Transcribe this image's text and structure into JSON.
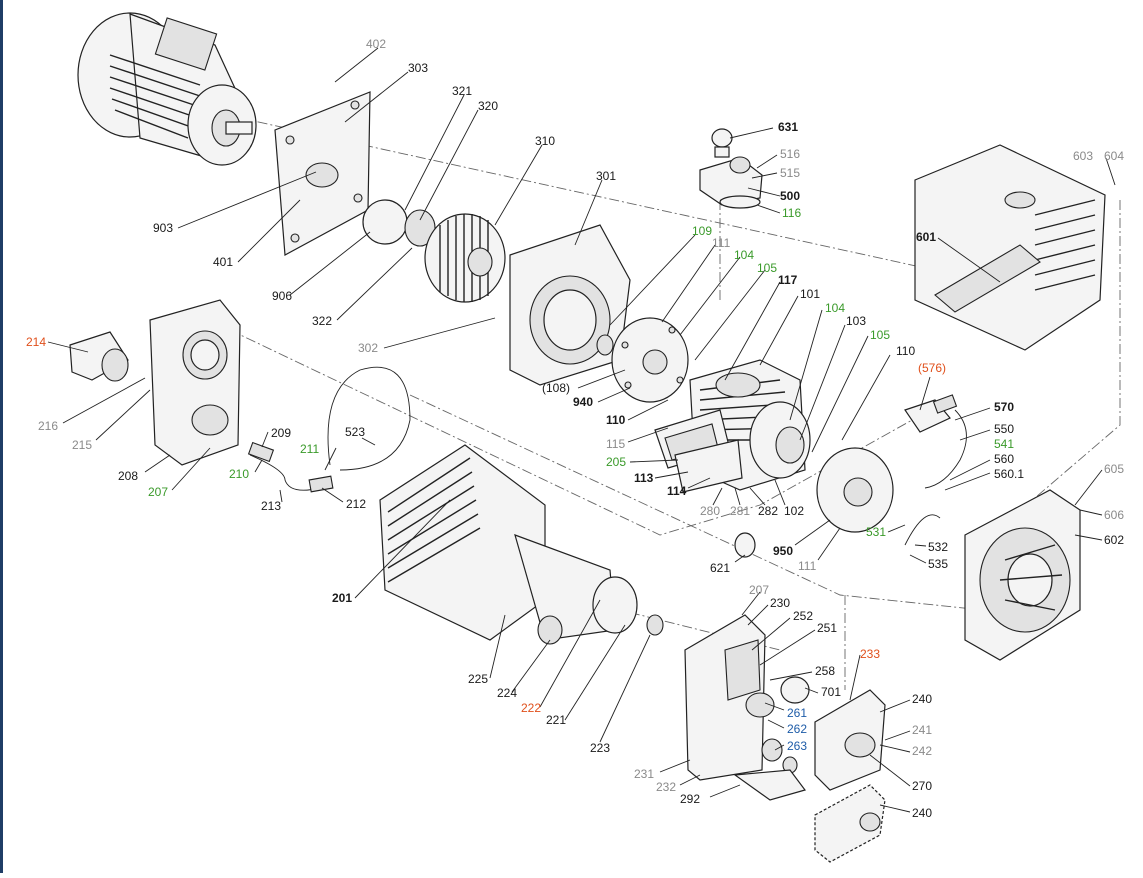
{
  "colors": {
    "black": "#1a1a1a",
    "gray": "#8a8a8a",
    "green": "#3a9a2a",
    "orange": "#e0501c",
    "blue": "#1e5ca8",
    "frame": "#1f3d66"
  },
  "labels": [
    {
      "text": "402",
      "color": "gray",
      "bold": false
    },
    {
      "text": "303",
      "color": "black",
      "bold": false
    },
    {
      "text": "321",
      "color": "black",
      "bold": false
    },
    {
      "text": "320",
      "color": "black",
      "bold": false
    },
    {
      "text": "310",
      "color": "black",
      "bold": false
    },
    {
      "text": "301",
      "color": "black",
      "bold": false
    },
    {
      "text": "903",
      "color": "black",
      "bold": false
    },
    {
      "text": "401",
      "color": "black",
      "bold": false
    },
    {
      "text": "906",
      "color": "black",
      "bold": false
    },
    {
      "text": "322",
      "color": "black",
      "bold": false
    },
    {
      "text": "302",
      "color": "gray",
      "bold": false
    },
    {
      "text": "631",
      "color": "black",
      "bold": true
    },
    {
      "text": "516",
      "color": "gray",
      "bold": false
    },
    {
      "text": "515",
      "color": "gray",
      "bold": false
    },
    {
      "text": "500",
      "color": "black",
      "bold": true
    },
    {
      "text": "116",
      "color": "green",
      "bold": false
    },
    {
      "text": "603",
      "color": "gray",
      "bold": false
    },
    {
      "text": "604",
      "color": "gray",
      "bold": false
    },
    {
      "text": "601",
      "color": "black",
      "bold": true
    },
    {
      "text": "109",
      "color": "green",
      "bold": false
    },
    {
      "text": "111",
      "color": "gray",
      "bold": false
    },
    {
      "text": "104",
      "color": "green",
      "bold": false
    },
    {
      "text": "105",
      "color": "green",
      "bold": false
    },
    {
      "text": "117",
      "color": "black",
      "bold": true
    },
    {
      "text": "101",
      "color": "black",
      "bold": false
    },
    {
      "text": "104",
      "color": "green",
      "bold": false
    },
    {
      "text": "103",
      "color": "black",
      "bold": false
    },
    {
      "text": "105",
      "color": "green",
      "bold": false
    },
    {
      "text": "110",
      "color": "black",
      "bold": false
    },
    {
      "text": "(108)",
      "color": "black",
      "bold": false
    },
    {
      "text": "940",
      "color": "black",
      "bold": true
    },
    {
      "text": "110",
      "color": "black",
      "bold": true
    },
    {
      "text": "(576)",
      "color": "orange",
      "bold": false
    },
    {
      "text": "570",
      "color": "black",
      "bold": true
    },
    {
      "text": "550",
      "color": "black",
      "bold": false
    },
    {
      "text": "541",
      "color": "green",
      "bold": false
    },
    {
      "text": "560",
      "color": "black",
      "bold": false
    },
    {
      "text": "560.1",
      "color": "black",
      "bold": false
    },
    {
      "text": "214",
      "color": "orange",
      "bold": false
    },
    {
      "text": "216",
      "color": "gray",
      "bold": false
    },
    {
      "text": "215",
      "color": "gray",
      "bold": false
    },
    {
      "text": "208",
      "color": "black",
      "bold": false
    },
    {
      "text": "207",
      "color": "green",
      "bold": false
    },
    {
      "text": "209",
      "color": "black",
      "bold": false
    },
    {
      "text": "211",
      "color": "green",
      "bold": false
    },
    {
      "text": "210",
      "color": "green",
      "bold": false
    },
    {
      "text": "213",
      "color": "black",
      "bold": false
    },
    {
      "text": "212",
      "color": "black",
      "bold": false
    },
    {
      "text": "523",
      "color": "black",
      "bold": false
    },
    {
      "text": "115",
      "color": "gray",
      "bold": false
    },
    {
      "text": "205",
      "color": "green",
      "bold": false
    },
    {
      "text": "113",
      "color": "black",
      "bold": true
    },
    {
      "text": "114",
      "color": "black",
      "bold": true
    },
    {
      "text": "280",
      "color": "gray",
      "bold": false
    },
    {
      "text": "281",
      "color": "gray",
      "bold": false
    },
    {
      "text": "282",
      "color": "black",
      "bold": false
    },
    {
      "text": "102",
      "color": "black",
      "bold": false
    },
    {
      "text": "950",
      "color": "black",
      "bold": true
    },
    {
      "text": "111",
      "color": "gray",
      "bold": false
    },
    {
      "text": "531",
      "color": "green",
      "bold": false
    },
    {
      "text": "532",
      "color": "black",
      "bold": false
    },
    {
      "text": "535",
      "color": "black",
      "bold": false
    },
    {
      "text": "605",
      "color": "gray",
      "bold": false
    },
    {
      "text": "606",
      "color": "gray",
      "bold": false
    },
    {
      "text": "602",
      "color": "black",
      "bold": false
    },
    {
      "text": "621",
      "color": "black",
      "bold": false
    },
    {
      "text": "201",
      "color": "black",
      "bold": true
    },
    {
      "text": "225",
      "color": "black",
      "bold": false
    },
    {
      "text": "224",
      "color": "black",
      "bold": false
    },
    {
      "text": "222",
      "color": "orange",
      "bold": false
    },
    {
      "text": "221",
      "color": "black",
      "bold": false
    },
    {
      "text": "223",
      "color": "black",
      "bold": false
    },
    {
      "text": "207",
      "color": "gray",
      "bold": false
    },
    {
      "text": "230",
      "color": "black",
      "bold": false
    },
    {
      "text": "252",
      "color": "black",
      "bold": false
    },
    {
      "text": "251",
      "color": "black",
      "bold": false
    },
    {
      "text": "233",
      "color": "orange",
      "bold": false
    },
    {
      "text": "258",
      "color": "black",
      "bold": false
    },
    {
      "text": "701",
      "color": "black",
      "bold": false
    },
    {
      "text": "261",
      "color": "blue",
      "bold": false
    },
    {
      "text": "262",
      "color": "blue",
      "bold": false
    },
    {
      "text": "263",
      "color": "blue",
      "bold": false
    },
    {
      "text": "240",
      "color": "black",
      "bold": false
    },
    {
      "text": "241",
      "color": "gray",
      "bold": false
    },
    {
      "text": "242",
      "color": "gray",
      "bold": false
    },
    {
      "text": "270",
      "color": "black",
      "bold": false
    },
    {
      "text": "240",
      "color": "black",
      "bold": false
    },
    {
      "text": "231",
      "color": "gray",
      "bold": false
    },
    {
      "text": "232",
      "color": "gray",
      "bold": false
    },
    {
      "text": "292",
      "color": "black",
      "bold": false
    }
  ]
}
